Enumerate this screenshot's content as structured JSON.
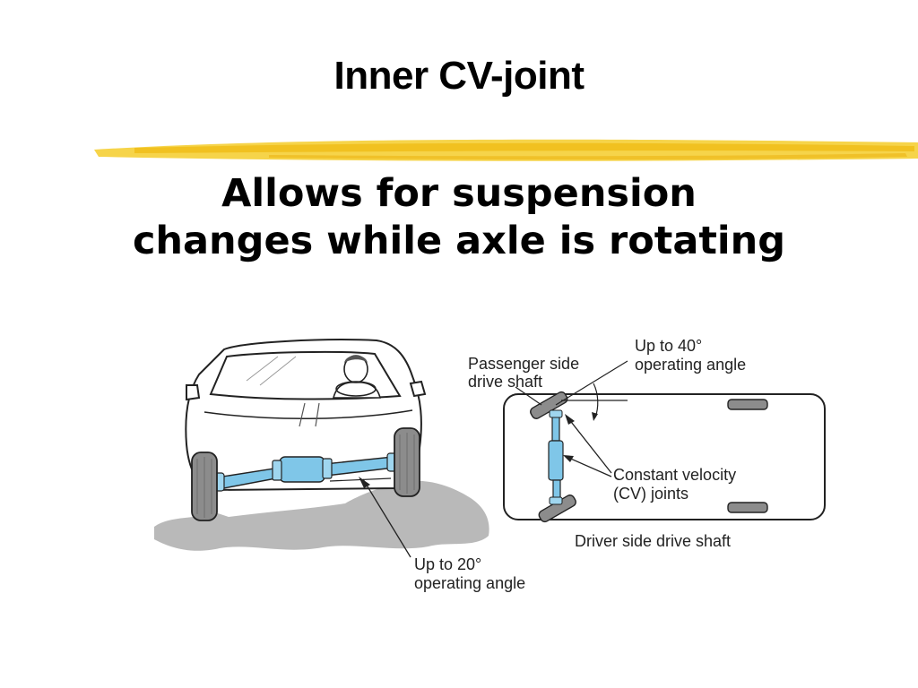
{
  "slide": {
    "title": "Inner CV-joint",
    "subtitle_line1": "Allows for suspension",
    "subtitle_line2": "changes while axle is rotating"
  },
  "diagram": {
    "labels": {
      "up_to_20_line1": "Up to 20°",
      "up_to_20_line2": "operating angle",
      "passenger_line1": "Passenger side",
      "passenger_line2": "drive shaft",
      "up_to_40_line1": "Up to 40°",
      "up_to_40_line2": "operating angle",
      "cv_line1": "Constant velocity",
      "cv_line2": "(CV) joints",
      "driver_side": "Driver side drive shaft"
    },
    "colors": {
      "accent_stroke": "#f2c21a",
      "shaft_blue": "#7fc6e8",
      "ground_gray": "#b9b9b9",
      "tire_gray": "#8c8c8c"
    }
  }
}
